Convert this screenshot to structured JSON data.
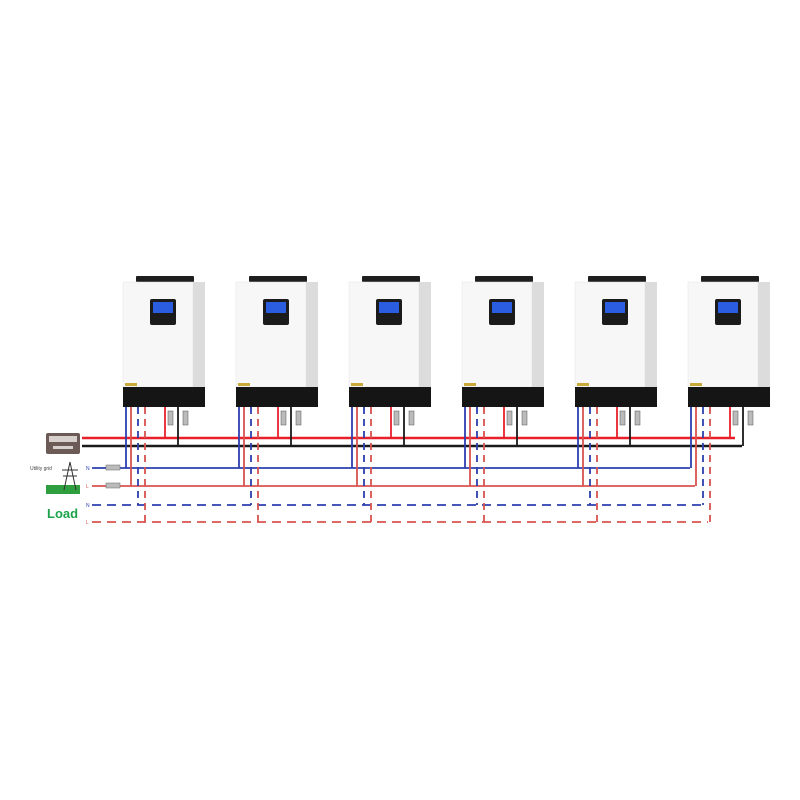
{
  "labels": {
    "utility_grid": "Utility grid",
    "n": "N",
    "l": "L",
    "load": "Load",
    "n2": "N",
    "l2": "L"
  },
  "inverter_count": 6,
  "colors": {
    "red": "#e8202a",
    "black": "#1a1a1a",
    "blue": "#2c3fb0",
    "dash_red": "#d9534f",
    "load_green": "#1aa34a",
    "lcd": "#2a5de0"
  }
}
